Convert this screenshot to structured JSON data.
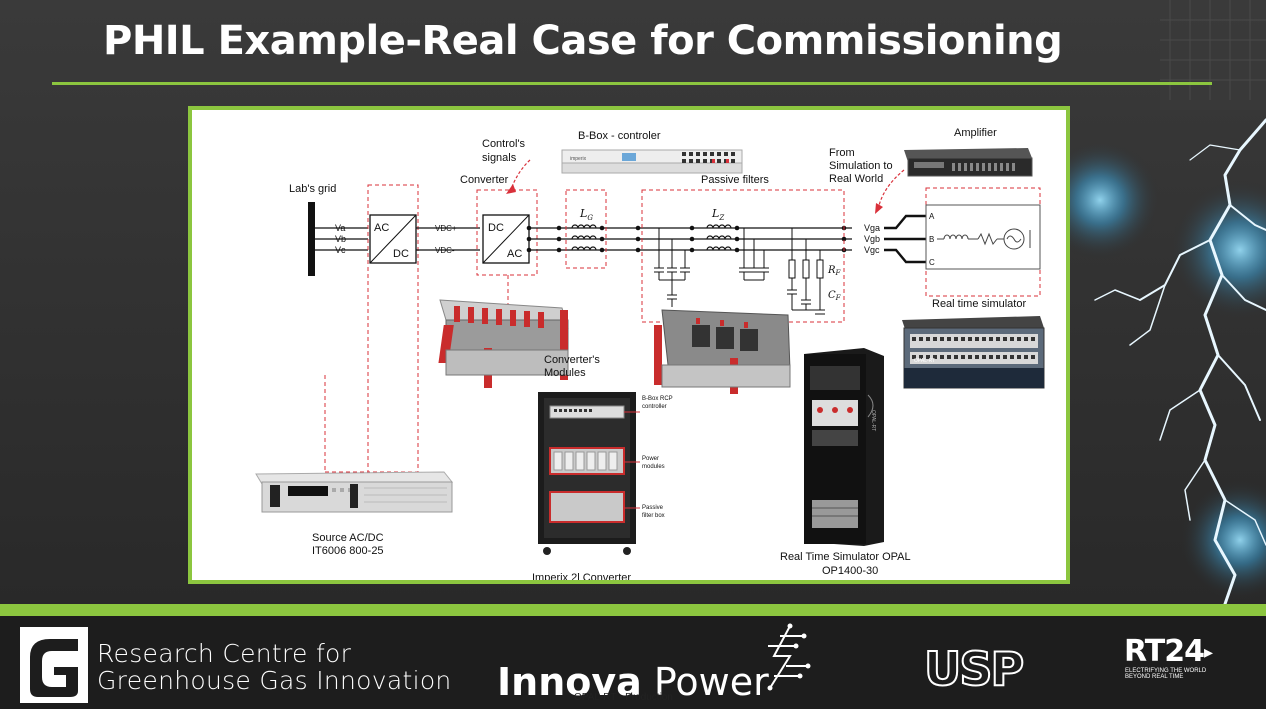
{
  "slide": {
    "title": "PHIL Example-Real Case for Commissioning"
  },
  "diagram": {
    "lab_grid": "Lab's grid",
    "phase_a": "Va",
    "phase_b": "Vb",
    "phase_c": "Vc",
    "ac_dc_top": "AC",
    "ac_dc_bottom": "DC",
    "vdc_plus": "VDC+",
    "vdc_minus": "VDC-",
    "converter_label": "Converter",
    "dc_ac_top": "DC",
    "dc_ac_bottom": "AC",
    "controls_signals_1": "Control's",
    "controls_signals_2": "signals",
    "bbox_label": "B-Box - controler",
    "passive_filters": "Passive filters",
    "lg": "L",
    "lg_sub": "G",
    "lz": "L",
    "lz_sub": "Z",
    "rf": "R",
    "rf_sub": "F",
    "cf": "C",
    "cf_sub": "F",
    "amplifier": "Amplifier",
    "from_sim_1": "From",
    "from_sim_2": "Simulation to",
    "from_sim_3": "Real World",
    "vga": "Vga",
    "vgb": "Vgb",
    "vgc": "Vgc",
    "node_a": "A",
    "node_b": "B",
    "node_c": "C",
    "rt_simulator": "Real time simulator",
    "converter_modules_1": "Converter's",
    "converter_modules_2": "Modules",
    "bbox_rcp_1": "B-Box RCP",
    "bbox_rcp_2": "controller",
    "power_modules_1": "Power",
    "power_modules_2": "modules",
    "passive_box_1": "Passive",
    "passive_box_2": "filter box",
    "source_1": "Source AC/DC",
    "source_2": "IT6006 800-25",
    "imperix": "Imperix 2l Converter",
    "opal_1": "Real Time Simulator OPAL",
    "opal_2": "OP1400-30",
    "opal_brand": "OPAL-RT",
    "imperix_brand": "imperix"
  },
  "footer": {
    "research_line1": "Research Centre for",
    "research_line2": "Greenhouse Gas Innovation",
    "innova_bold": "Innova",
    "innova_rest": " Power",
    "opal_production": "OPAL-RT - Production",
    "usp": "USP",
    "rt24": "RT24",
    "rt24_tag_1": "ELECTRIFYING THE WORLD",
    "rt24_tag_2": "BEYOND REAL TIME"
  },
  "colors": {
    "accent_green": "#8cc63f",
    "dashed_red": "#d9303a",
    "background": "#2b2b2b"
  }
}
